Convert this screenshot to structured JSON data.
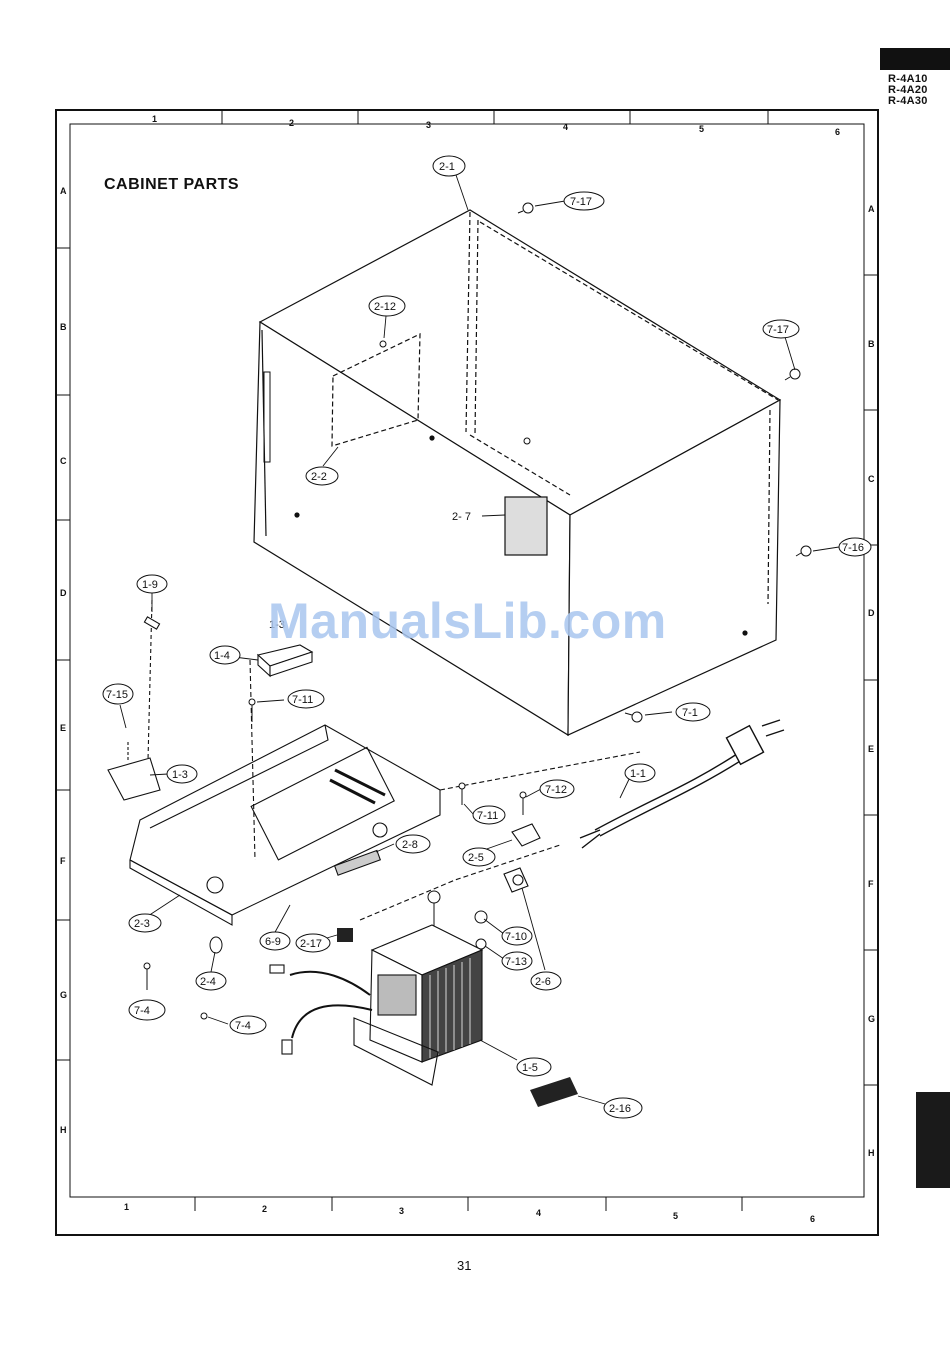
{
  "models": [
    "R-4A10",
    "R-4A20",
    "R-4A30"
  ],
  "title": "CABINET PARTS",
  "page_number": "31",
  "watermark": "ManualsLib.com",
  "grid": {
    "columns": [
      "1",
      "2",
      "3",
      "4",
      "5",
      "6"
    ],
    "rows": [
      "A",
      "B",
      "C",
      "D",
      "E",
      "F",
      "G",
      "H"
    ]
  },
  "callouts": [
    "2-1",
    "7-17",
    "2-12",
    "7-17",
    "2-2",
    "2- 7",
    "7-16",
    "1-9",
    "1-3",
    "1-4",
    "7-11",
    "7-15",
    "1-3",
    "7-1",
    "1-1",
    "7-12",
    "7-11",
    "2-8",
    "2-5",
    "2-3",
    "6-9",
    "2-17",
    "7-10",
    "2-4",
    "7-13",
    "2-6",
    "7-4",
    "7-4",
    "1-5",
    "2-16"
  ]
}
